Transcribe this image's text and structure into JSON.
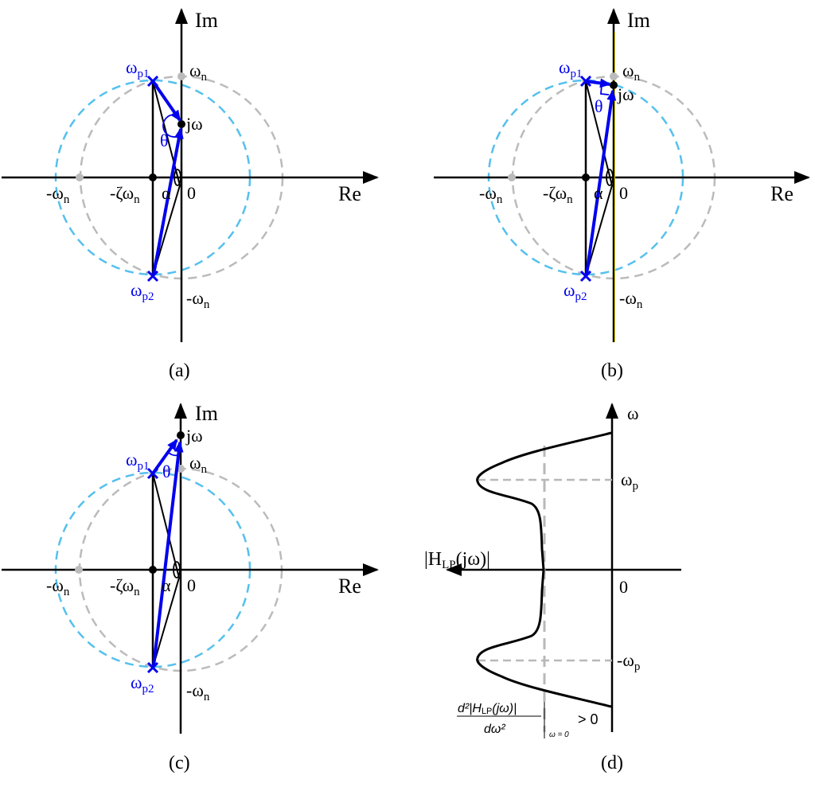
{
  "colors": {
    "axis": "#000000",
    "pole": "#0000ee",
    "gray_circle": "#bbbbbb",
    "blue_circle": "#55c0ee",
    "dash_gray": "#b8b8b8"
  },
  "panels": {
    "a": {
      "caption": "(a)",
      "im_label": "Im",
      "re_label": "Re",
      "zero": "0",
      "wn": "ω",
      "wn_sub": "n",
      "neg_wn": "-ω",
      "zeta_wn": "-ζω",
      "p1": "ω",
      "p1_sub": "p1",
      "p2": "ω",
      "p2_sub": "p2",
      "jw": "jω",
      "theta": "θ",
      "alpha": "α"
    },
    "b": {
      "caption": "(b)",
      "im_label": "Im",
      "re_label": "Re",
      "zero": "0",
      "wn": "ω",
      "wn_sub": "n",
      "neg_wn": "-ω",
      "zeta_wn": "-ζω",
      "p1": "ω",
      "p1_sub": "p1",
      "p2": "ω",
      "p2_sub": "p2",
      "jw": "jω",
      "theta": "θ",
      "alpha": "α"
    },
    "c": {
      "caption": "(c)",
      "im_label": "Im",
      "re_label": "Re",
      "zero": "0",
      "wn": "ω",
      "wn_sub": "n",
      "neg_wn": "-ω",
      "zeta_wn": "-ζω",
      "p1": "ω",
      "p1_sub": "p1",
      "p2": "ω",
      "p2_sub": "p2",
      "jw": "jω",
      "theta": "θ",
      "alpha": "α"
    },
    "d": {
      "caption": "(d)",
      "y_label": "ω",
      "x_label": "|H",
      "x_label_sub": "LP",
      "x_label_tail": "(jω)|",
      "zero": "0",
      "wp": "ω",
      "wp_sub": "p",
      "neg_wp": "-ω",
      "neg_wp_sub": "p",
      "deriv_num": "d²|H",
      "deriv_num_sub": "LP",
      "deriv_num_tail": "(jω)|",
      "deriv_den": "dω²",
      "deriv_eval": "ω = 0",
      "deriv_cond": "> 0"
    }
  }
}
